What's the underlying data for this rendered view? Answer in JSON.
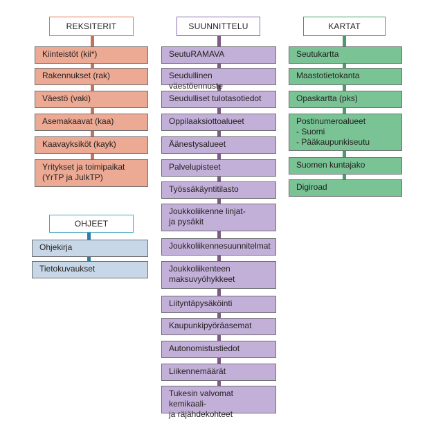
{
  "reksiterit": {
    "title": "REKSITERIT",
    "items": [
      "Kiinteistöt (kii*)",
      "Rakennukset (rak)",
      "Väestö (vaki)",
      "Asemakaavat (kaa)",
      "Kaavayksiköt (kayk)",
      "Yritykset ja toimipaikat\n(YrTP ja JulkTP)"
    ]
  },
  "ohjeet": {
    "title": "OHJEET",
    "items": [
      "Ohjekirja",
      "Tietokuvaukset"
    ]
  },
  "suunnittelu": {
    "title": "SUUNNITTELU",
    "items": [
      "SeutuRAMAVA",
      "Seudullinen väestöennuste",
      "Seudulliset tulotasotiedot",
      "Oppilaaksiottoalueet",
      "Äänestysalueet",
      "Palvelupisteet",
      "Työssäkäyntitilasto",
      "Joukkoliikenne linjat-\nja pysäkit",
      "Joukkoliikennesuunnitelmat",
      "Joukkoliikenteen\nmaksuvyöhykkeet",
      "Liityntäpysäköinti",
      "Kaupunkipyöräasemat",
      "Autonomistustiedot",
      "Liikennemäärät",
      "Tukesin valvomat kemikaali-\nja räjähdekohteet"
    ]
  },
  "kartat": {
    "title": "KARTAT",
    "items": [
      "Seutukartta",
      "Maastotietokanta",
      "Opaskartta (pks)",
      "Postinumeroalueet\n- Suomi\n- Pääkaupunkiseutu",
      "Suomen kuntajako",
      "Digiroad"
    ]
  }
}
